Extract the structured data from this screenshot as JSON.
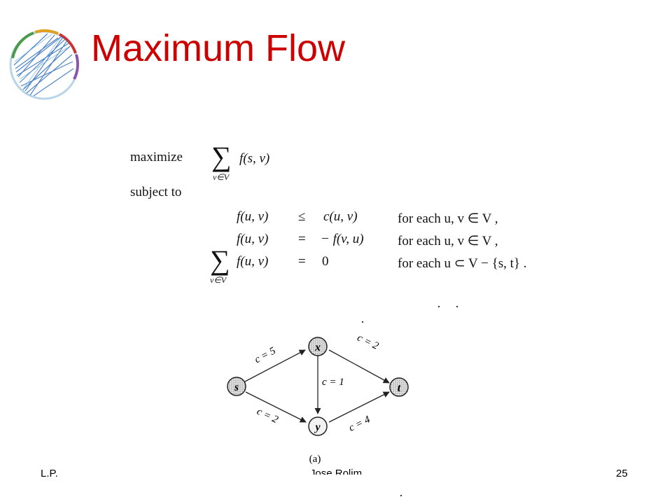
{
  "slide": {
    "title": "Maximum Flow",
    "footer_left": "L.P.",
    "footer_center": "Jose Rolim",
    "footer_right": "25"
  },
  "formulation": {
    "objective_keyword": "maximize",
    "objective_sum_index": "v∈V",
    "objective_expr": "f(s, v)",
    "constraints_keyword": "subject to",
    "constraints": [
      {
        "lhs": "f(u, v)",
        "op": "≤",
        "rhs": "c(u, v)",
        "condition": "for each u, v ∈ V ,",
        "sum_index": ""
      },
      {
        "lhs": "f(u, v)",
        "op": "=",
        "rhs": "− f(v, u)",
        "condition": "for each u, v ∈ V ,",
        "sum_index": ""
      },
      {
        "lhs": "f(u, v)",
        "op": "=",
        "rhs": "0",
        "condition": "for each u ⊂ V − {s, t} .",
        "sum_index": "v∈V"
      }
    ]
  },
  "graph": {
    "caption": "(a)",
    "nodes": [
      {
        "id": "s",
        "label": "s"
      },
      {
        "id": "x",
        "label": "x"
      },
      {
        "id": "y",
        "label": "y"
      },
      {
        "id": "t",
        "label": "t"
      }
    ],
    "edges": [
      {
        "from": "s",
        "to": "x",
        "label": "c = 5"
      },
      {
        "from": "s",
        "to": "y",
        "label": "c = 2"
      },
      {
        "from": "x",
        "to": "y",
        "label": "c = 1"
      },
      {
        "from": "x",
        "to": "t",
        "label": "c = 2"
      },
      {
        "from": "y",
        "to": "t",
        "label": "c = 4"
      }
    ]
  }
}
